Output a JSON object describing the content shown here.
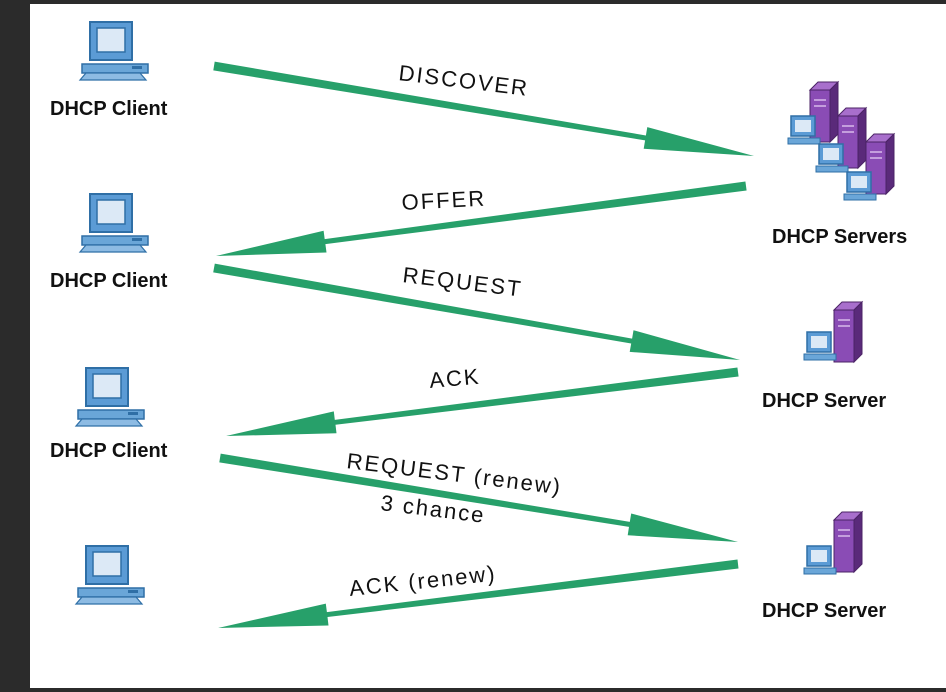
{
  "clients": [
    {
      "label": "DHCP Client"
    },
    {
      "label": "DHCP Client"
    },
    {
      "label": "DHCP Client"
    },
    {
      "label": ""
    }
  ],
  "servers": [
    {
      "label": "DHCP Servers"
    },
    {
      "label": "DHCP Server"
    },
    {
      "label": "DHCP Server"
    }
  ],
  "messages": [
    {
      "label": "DISCOVER"
    },
    {
      "label": "OFFER"
    },
    {
      "label": "REQUEST"
    },
    {
      "label": "ACK"
    },
    {
      "label": "REQUEST (renew)",
      "sublabel": "3 chance"
    },
    {
      "label": "ACK (renew)"
    }
  ],
  "colors": {
    "arrow": "#27a06a",
    "computer": "#6aa6d8",
    "computer_dark": "#2f6fa6",
    "server": "#7a3f9e",
    "server_dark": "#4b2366"
  }
}
